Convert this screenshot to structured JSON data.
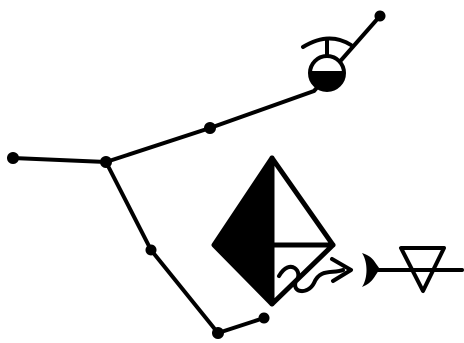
{
  "diagram": {
    "background_color": "#ffffff",
    "ink_color": "#000000",
    "symbols": [
      "node-dot",
      "top-plummet-symbol",
      "split-diamond-symbol",
      "curved-arrow-symbol",
      "bow-symbol",
      "inverted-triangle-symbol"
    ]
  }
}
